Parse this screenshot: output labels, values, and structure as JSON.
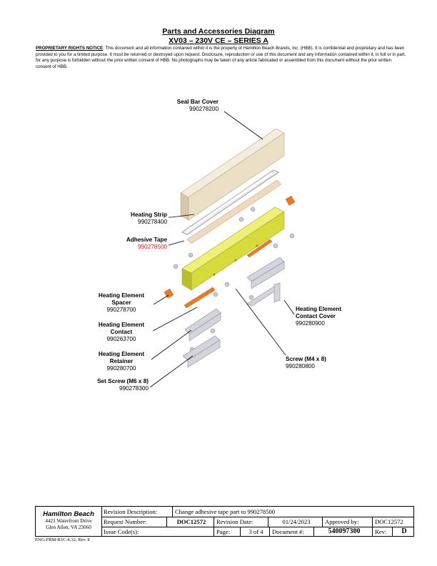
{
  "header": {
    "title": "Parts and Accessories Diagram",
    "subtitle": "XV03 – 230V CE – SERIES A",
    "notice_label": "PROPRIETARY RIGHTS NOTICE",
    "notice_text": ": This document and all information contained within it is the property of Hamilton Beach Brands, Inc. (HBB). It is confidential and proprietary and has been provided to you for a limited purpose. It must be returned or destroyed upon request. Disclosure, reproduction or use of this document and any information contained within it, in full or in part, for any purpose is forbidden without the prior written consent of HBB. No photographs may be taken of any article fabricated or assembled from this document without the prior written consent of HBB."
  },
  "parts": [
    {
      "name": "Seal Bar Cover",
      "number": "990278200"
    },
    {
      "name": "Heating Strip",
      "number": "990278400"
    },
    {
      "name": "Adhesive Tape",
      "number": "990278500"
    },
    {
      "name": "Heating Element Spacer",
      "line1": "Heating Element",
      "line2": "Spacer",
      "number": "990278700"
    },
    {
      "name": "Heating Element Contact",
      "line1": "Heating Element",
      "line2": "Contact",
      "number": "990263700"
    },
    {
      "name": "Heating Element Retainer",
      "line1": "Heating Element",
      "line2": "Retainer",
      "number": "990280700"
    },
    {
      "name": "Set Screw (M6 x 8)",
      "number": "990278300"
    },
    {
      "name": "Heating Element Contact Cover",
      "line1": "Heating Element",
      "line2": "Contact Cover",
      "number": "990280900"
    },
    {
      "name": "Screw (M4 x 8)",
      "number": "990280800"
    }
  ],
  "colors": {
    "highlight_part_number": "#e0201b",
    "yellow_part": "#d9de3c",
    "orange_part": "#e8741e"
  },
  "footer": {
    "logo": "Hamilton Beach",
    "address1": "4421 Waterfront Drive",
    "address2": "Glen Allen, VA 23060",
    "revision_description_label": "Revision Description:",
    "revision_description": "Change adhesive tape part to 990278500",
    "request_number_label": "Request Number:",
    "request_number": "DOC12572",
    "revision_date_label": "Revision Date:",
    "revision_date": "01/24/2023",
    "approved_by_label": "Approved by:",
    "approved_by": "DOC12572",
    "issue_codes_label": "Issue Code(s):",
    "page_label": "Page:",
    "page": "3 of 4",
    "document_label": "Document #:",
    "document_number": "540097300",
    "rev_label": "Rev:",
    "rev": "D",
    "form_id": "ENG-FRM-R1C-4.32, Rev. E"
  }
}
